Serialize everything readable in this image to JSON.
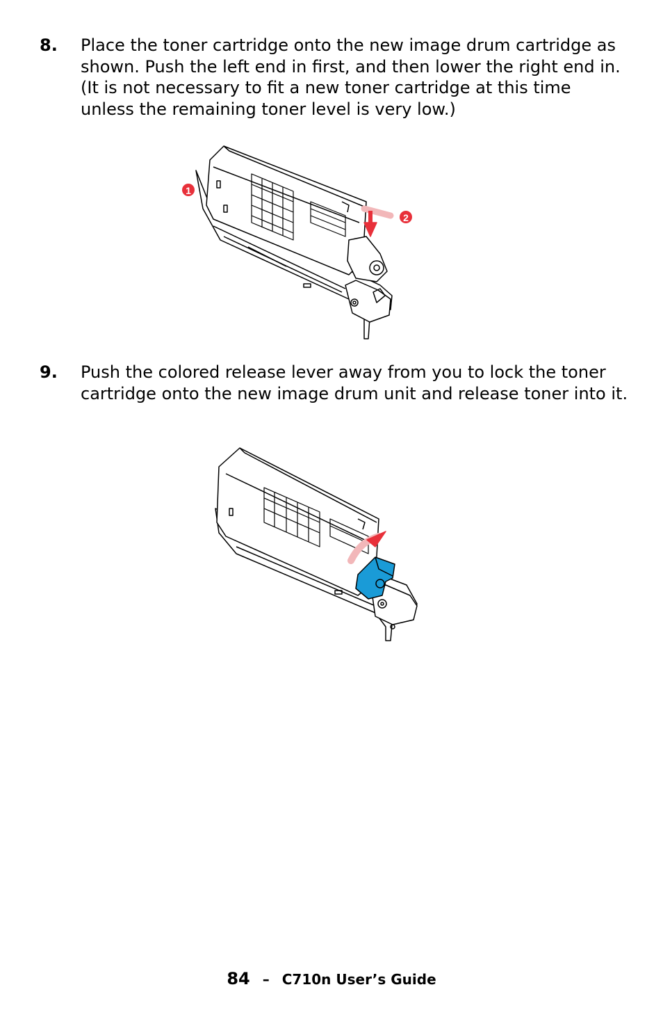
{
  "steps": [
    {
      "number": "8.",
      "text": "Place the toner cartridge onto the new image drum cartridge as shown. Push the left end in first, and then lower the right end in. (It is not necessary to fit a new toner cartridge at this time unless the remaining toner level is very low.)",
      "figure": {
        "callouts": [
          "1",
          "2"
        ],
        "arrow_color": "#e8303a"
      }
    },
    {
      "number": "9.",
      "text": "Push the colored release lever away from you to lock the toner cartridge onto the new image drum unit and release toner into it.",
      "figure": {
        "lever_color": "#1a9bd7",
        "arrow_color": "#e8303a"
      }
    }
  ],
  "footer": {
    "page_number": "84",
    "separator": "–",
    "guide_title": "C710n User’s Guide"
  }
}
